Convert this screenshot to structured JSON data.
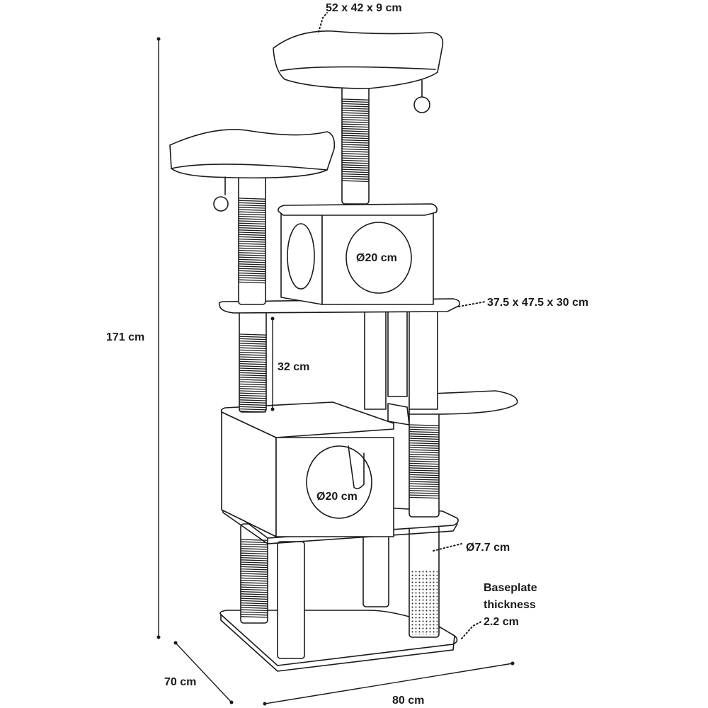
{
  "diagram": {
    "subject": "cat tree line drawing",
    "colors": {
      "line": "#1a1a1a",
      "fill": "#ffffff"
    }
  },
  "dimensions": {
    "top_platform": "52 x 42 x 9 cm",
    "upper_house": "37.5 x 47.5 x 30 cm",
    "upper_hole": "Ø20 cm",
    "lower_hole": "Ø20 cm",
    "gap": "32 cm",
    "post_diameter": "Ø7.7 cm",
    "baseplate_line1": "Baseplate",
    "baseplate_line2": "thickness",
    "baseplate_line3": "2.2 cm",
    "height": "171 cm",
    "depth": "70 cm",
    "width": "80 cm"
  }
}
